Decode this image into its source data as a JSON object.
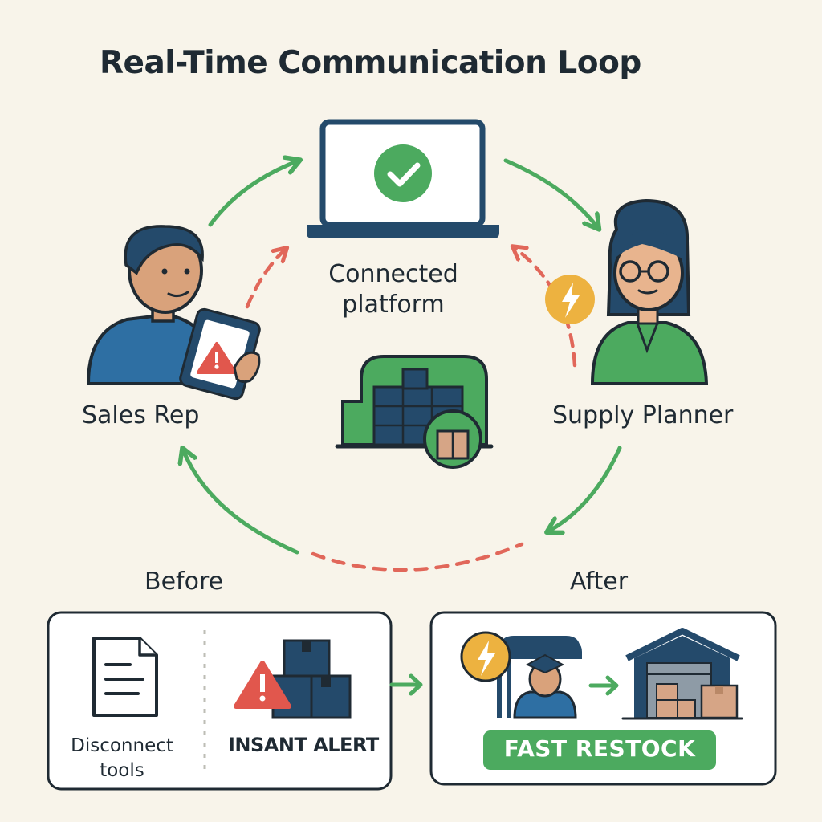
{
  "title": "Real-Time Communication Loop",
  "platform": {
    "label_line1": "Connected",
    "label_line2": "platform"
  },
  "sales_rep": {
    "label": "Sales Rep"
  },
  "supply_planner": {
    "label": "Supply Planner"
  },
  "before": {
    "heading": "Before",
    "tools_line1": "Disconnect",
    "tools_line2": "tools",
    "alert_label": "INSANT ALERT"
  },
  "after": {
    "heading": "After",
    "restock_label": "FAST RESTOCK"
  },
  "colors": {
    "background": "#f8f4ea",
    "ink": "#1f2a33",
    "green": "#4caa5f",
    "red_dashed": "#e1675a",
    "navy": "#244a6b",
    "skin": "#d9a27b",
    "amber": "#edb240",
    "box_tan": "#d6a586"
  },
  "icons": [
    "laptop-check-icon",
    "warning-icon",
    "lightning-icon",
    "warehouse-icon",
    "document-icon",
    "boxes-icon",
    "arrow-right-icon"
  ]
}
